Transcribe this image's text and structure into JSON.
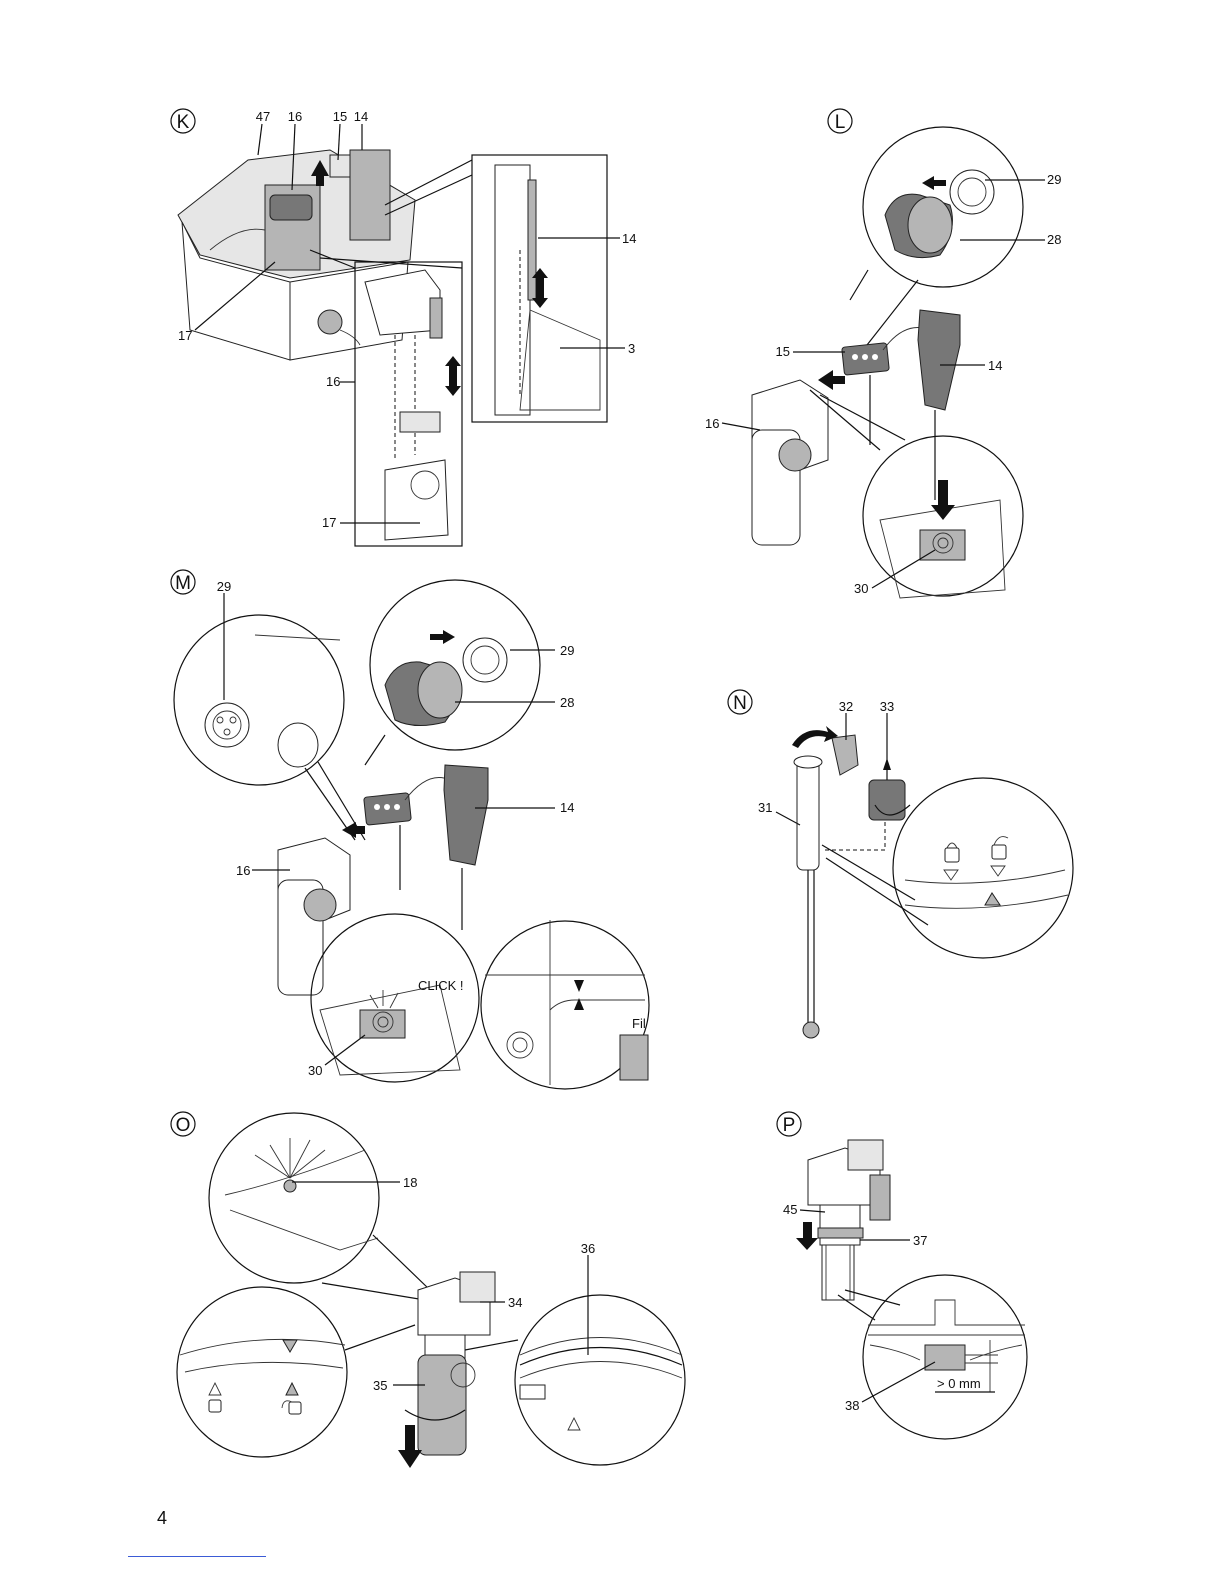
{
  "panels": [
    {
      "letter": "K",
      "labels": [
        "47",
        "16",
        "15",
        "14",
        "14",
        "3",
        "17",
        "16",
        "17"
      ]
    },
    {
      "letter": "L",
      "labels": [
        "29",
        "28",
        "15",
        "14",
        "16",
        "30"
      ]
    },
    {
      "letter": "M",
      "labels": [
        "29",
        "29",
        "28",
        "14",
        "16",
        "CLICK !",
        "Fil",
        "30"
      ]
    },
    {
      "letter": "N",
      "labels": [
        "32",
        "33",
        "31"
      ]
    },
    {
      "letter": "O",
      "labels": [
        "18",
        "36",
        "34",
        "35"
      ]
    },
    {
      "letter": "P",
      "labels": [
        "45",
        "37",
        "38",
        "> 0 mm"
      ]
    }
  ],
  "page_number": "4"
}
